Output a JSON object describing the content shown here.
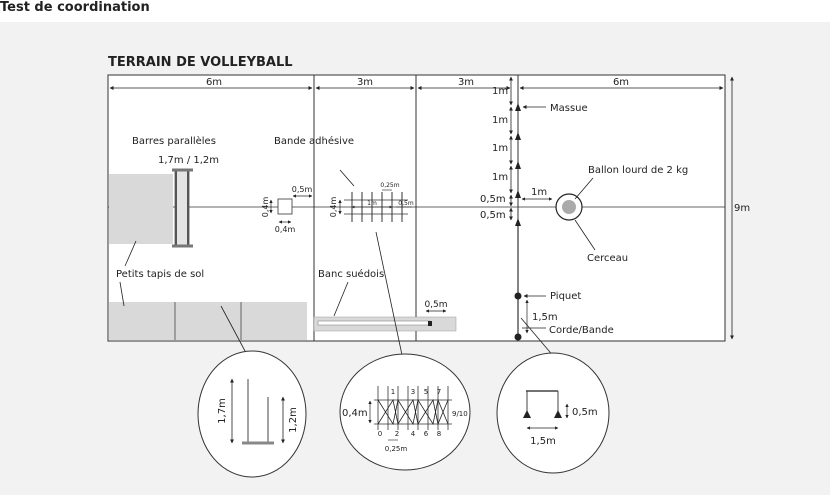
{
  "header": {
    "title": "Test de coordination"
  },
  "diagram": {
    "title": "TERRAIN DE VOLLEYBALL",
    "dimensions": {
      "top_6m_left": "6m",
      "top_3m_a": "3m",
      "top_3m_b": "3m",
      "top_6m_right": "6m",
      "height_9m": "9m",
      "vertical_1m": [
        "1m",
        "1m",
        "1m",
        "1m"
      ],
      "half_top": "0,5m",
      "half_bottom": "0,5m",
      "ball_gap": "1m",
      "pole_gap": "1,5m",
      "bench_gap": "0,5m",
      "tape_box_h": "0,4m",
      "tape_box_w": "0,4m",
      "tape_box_gap": "0,5m",
      "tape_h": "0,4m",
      "tape_1m": "1m",
      "tape_025": "0,25m",
      "tape_05": "0,5m"
    },
    "labels": {
      "bars": "Barres parallèles",
      "bars_height": "1,7m / 1,2m",
      "tape": "Bande adhésive",
      "mats": "Petits tapis de sol",
      "bench": "Banc suédois",
      "club": "Massue",
      "medball": "Ballon lourd de 2 kg",
      "hoop": "Cerceau",
      "stake": "Piquet",
      "rope": "Corde/Bande"
    },
    "details": {
      "bars": {
        "h1": "1,7m",
        "h2": "1,2m"
      },
      "tape": {
        "height": "0,4m",
        "top_numbers": [
          "1",
          "3",
          "5",
          "7"
        ],
        "bottom_numbers": [
          "0",
          "2",
          "4",
          "6",
          "8"
        ],
        "end_label": "9/10",
        "spacing": "0,25m"
      },
      "poles": {
        "height": "0,5m",
        "width": "1,5m"
      }
    }
  }
}
